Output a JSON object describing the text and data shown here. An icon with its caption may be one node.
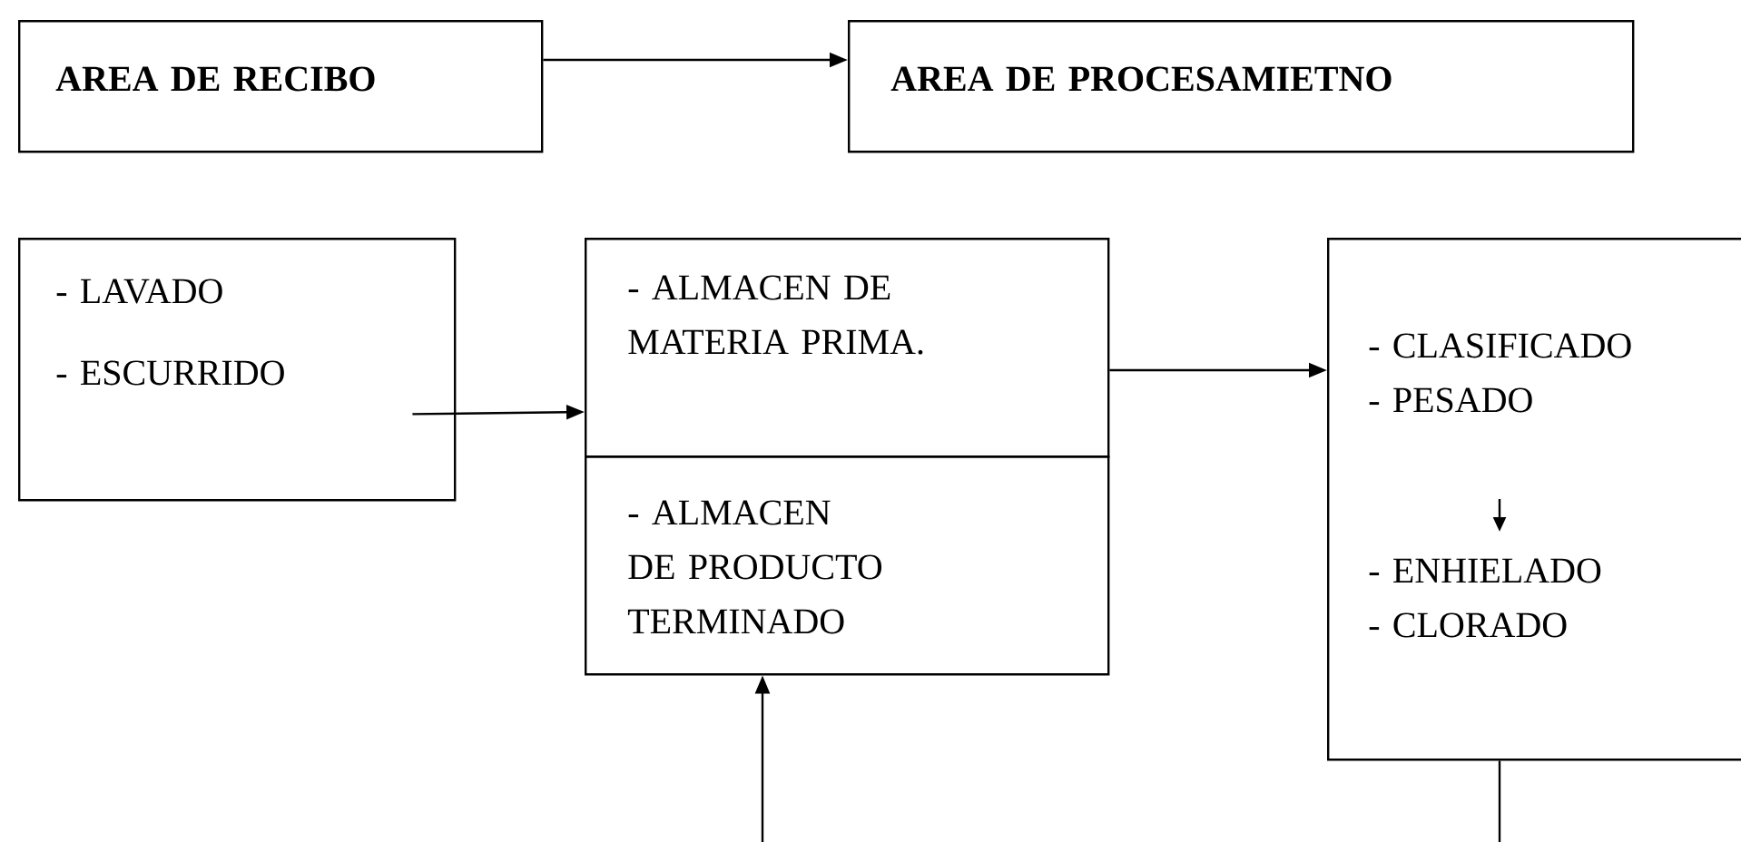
{
  "diagram": {
    "nodes": [
      {
        "text": [
          "AREA DE RECIBO"
        ]
      },
      {
        "text": [
          "AREA DE PROCESAMIETNO"
        ]
      },
      {
        "text": [
          "- LAVADO",
          "- ESCURRIDO"
        ]
      },
      {
        "text": [
          "- ALMACEN DE MATERIA PRIMA."
        ]
      },
      {
        "text": [
          "- ALMACEN DE PRODUCTO TERMINADO"
        ]
      },
      {
        "text": [
          "- CLASIFICADO",
          "- PESADO",
          "- ENHIELADO",
          "- CLORADO"
        ]
      }
    ],
    "edges": [
      {
        "from": 0,
        "to": 1,
        "arrow": "to"
      },
      {
        "from": 2,
        "to": 3,
        "arrow": "to"
      },
      {
        "from": 3,
        "to": 5,
        "arrow": "to"
      },
      {
        "from": 5,
        "to": null,
        "arrow": "none"
      },
      {
        "from": null,
        "to": 4,
        "arrow": "to"
      }
    ]
  }
}
